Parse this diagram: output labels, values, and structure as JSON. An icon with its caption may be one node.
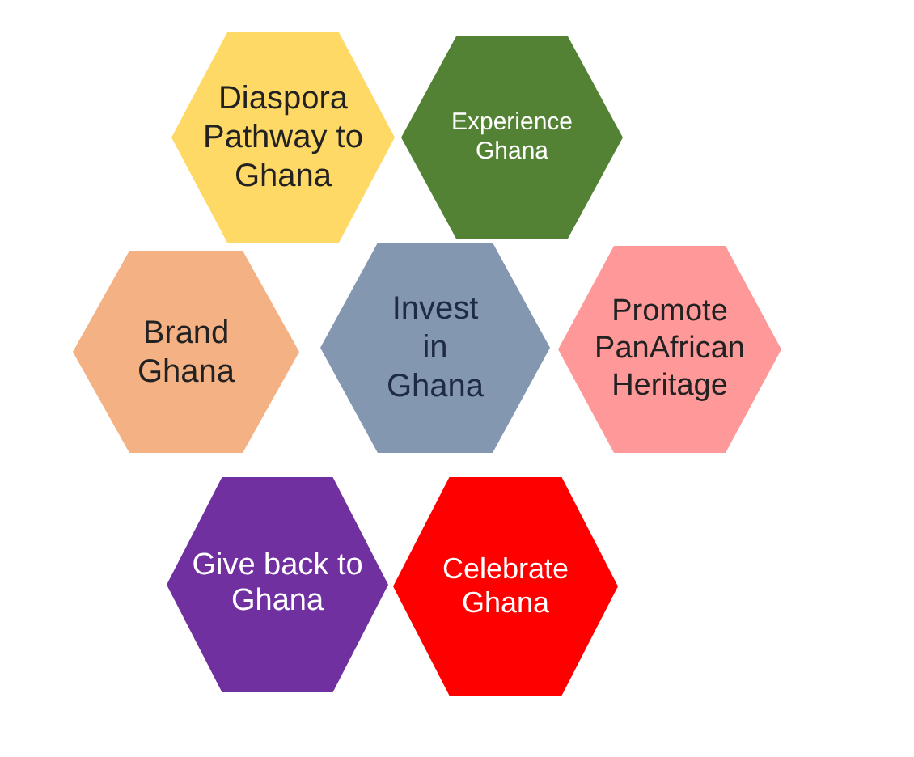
{
  "diagram": {
    "nodes": [
      {
        "text": [
          "Diaspora Pathway to Ghana"
        ]
      },
      {
        "text": [
          "Experience Ghana"
        ]
      },
      {
        "text": [
          "Brand Ghana"
        ]
      },
      {
        "text": [
          "Invest in Ghana"
        ]
      },
      {
        "text": [
          "Promote PanAfrican Heritage"
        ]
      },
      {
        "text": [
          "Give back to Ghana"
        ]
      },
      {
        "text": [
          "Celebrate Ghana"
        ]
      }
    ]
  }
}
